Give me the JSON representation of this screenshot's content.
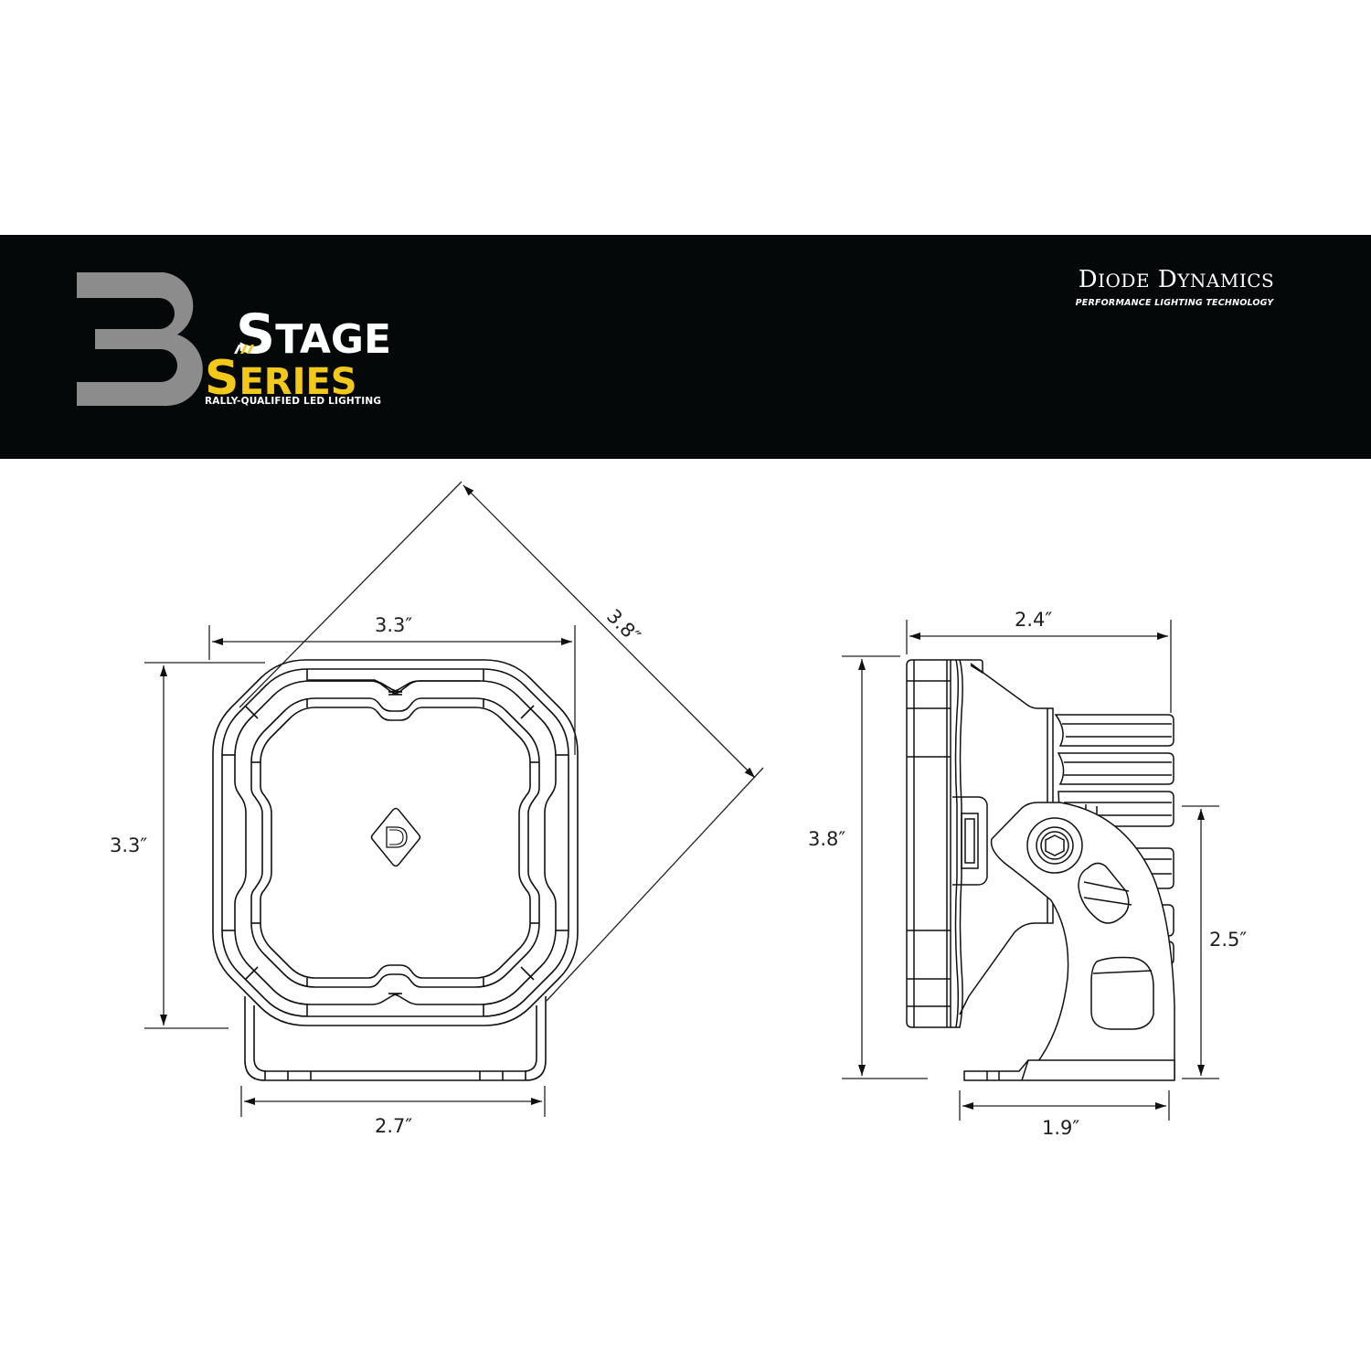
{
  "header": {
    "logo": {
      "numeral": "3",
      "word1_initial": "S",
      "word1_rest": "TAGE",
      "word2_initial": "S",
      "word2_rest": "ERIES",
      "tagline": "RALLY-QUALIFIED LED LIGHTING",
      "colors": {
        "numeral": "#8c8c8c",
        "stage": "#ffffff",
        "series": "#f2c918"
      }
    },
    "brand": {
      "name_d": "D",
      "name_iode": "IODE",
      "name_d2": "D",
      "name_ynamics": "YNAMICS",
      "tagline": "PERFORMANCE LIGHTING TECHNOLOGY"
    },
    "background": "#040808"
  },
  "front_view": {
    "width_label": "3.3″",
    "height_label": "3.3″",
    "diagonal_label": "3.8″",
    "bracket_width_label": "2.7″",
    "center_logo": "D-diamond-emblem"
  },
  "side_view": {
    "depth_label": "2.4″",
    "height_label": "3.8″",
    "mount_height_label": "2.5″",
    "base_width_label": "1.9″"
  }
}
